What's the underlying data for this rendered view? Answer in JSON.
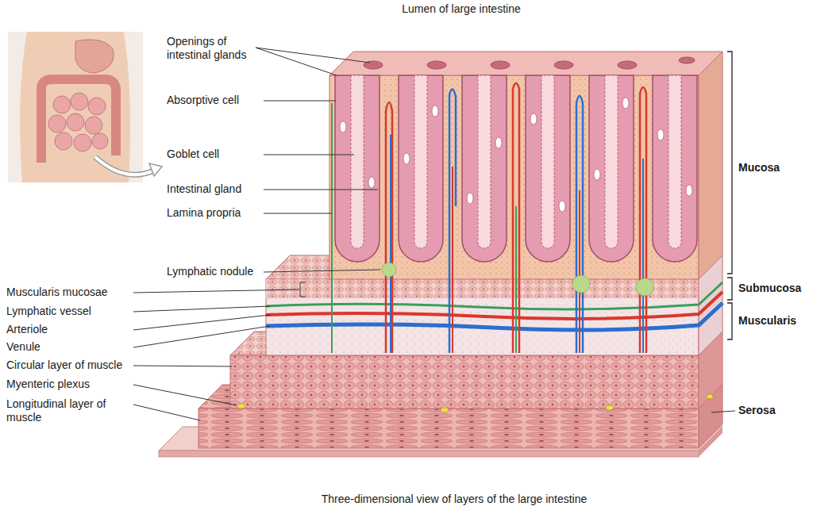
{
  "diagram": {
    "caption": "Three-dimensional view of layers of the large intestine",
    "labels": [
      "Lumen of large intestine",
      "Openings of intestinal glands",
      "Absorptive cell",
      "Goblet cell",
      "Intestinal gland",
      "Lamina propria",
      "Lymphatic nodule",
      "Muscularis mucosae",
      "Lymphatic vessel",
      "Arteriole",
      "Venule",
      "Circular layer of muscle",
      "Myenteric plexus",
      "Longitudinal layer of muscle",
      "Mucosa",
      "Submucosa",
      "Muscularis",
      "Serosa"
    ]
  }
}
